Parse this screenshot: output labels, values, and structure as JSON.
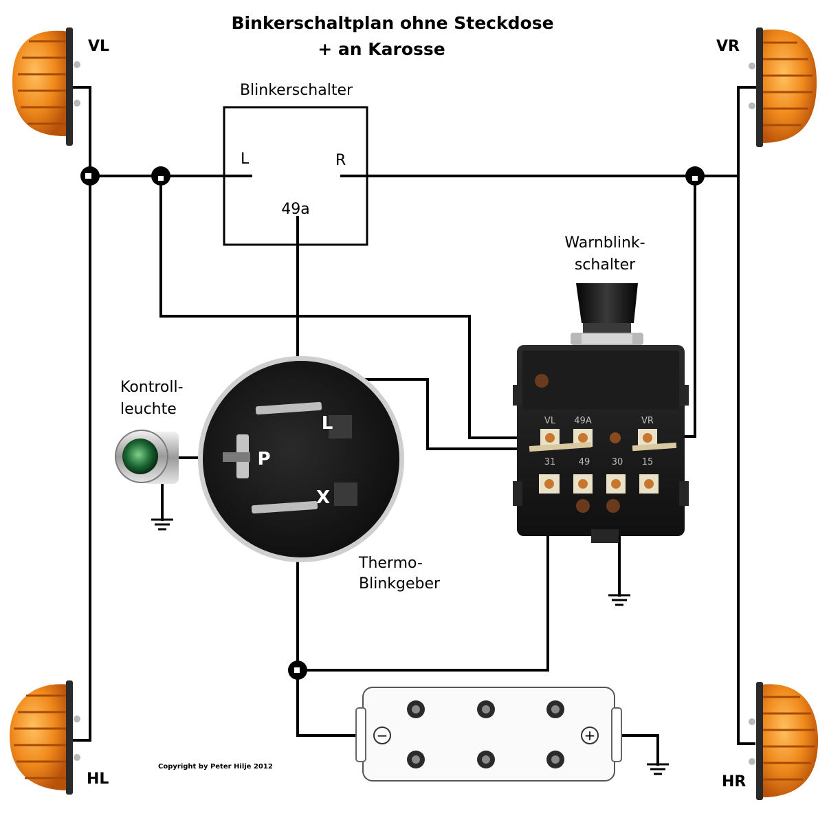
{
  "title": {
    "line1": "Binkerschaltplan ohne Steckdose",
    "line2": "+ an Karosse"
  },
  "lamps": {
    "front_left": "VL",
    "front_right": "VR",
    "rear_left": "HL",
    "rear_right": "HR"
  },
  "turn_switch": {
    "title": "Blinkerschalter",
    "pin_left": "L",
    "pin_right": "R",
    "pin_bottom": "49a"
  },
  "hazard_switch": {
    "title_line1": "Warnblink-",
    "title_line2": "schalter",
    "top_labels": [
      "VL",
      "49A",
      "VR"
    ],
    "bottom_labels": [
      "31",
      "49",
      "30",
      "15"
    ]
  },
  "flasher": {
    "title_line1": "Thermo-",
    "title_line2": "Blinkgeber",
    "pin_l": "L",
    "pin_p": "P",
    "pin_x": "X"
  },
  "indicator_lamp": {
    "title_line1": "Kontroll-",
    "title_line2": "leuchte"
  },
  "battery": {
    "minus": "−",
    "plus": "+"
  },
  "copyright": "Copyright by Peter Hilje 2012",
  "colors": {
    "lamp_lens": "#f08a1c",
    "wire": "#000000",
    "flasher_body": "#1e1e1e",
    "switch_body": "#161616",
    "terminal": "#c8782e"
  }
}
